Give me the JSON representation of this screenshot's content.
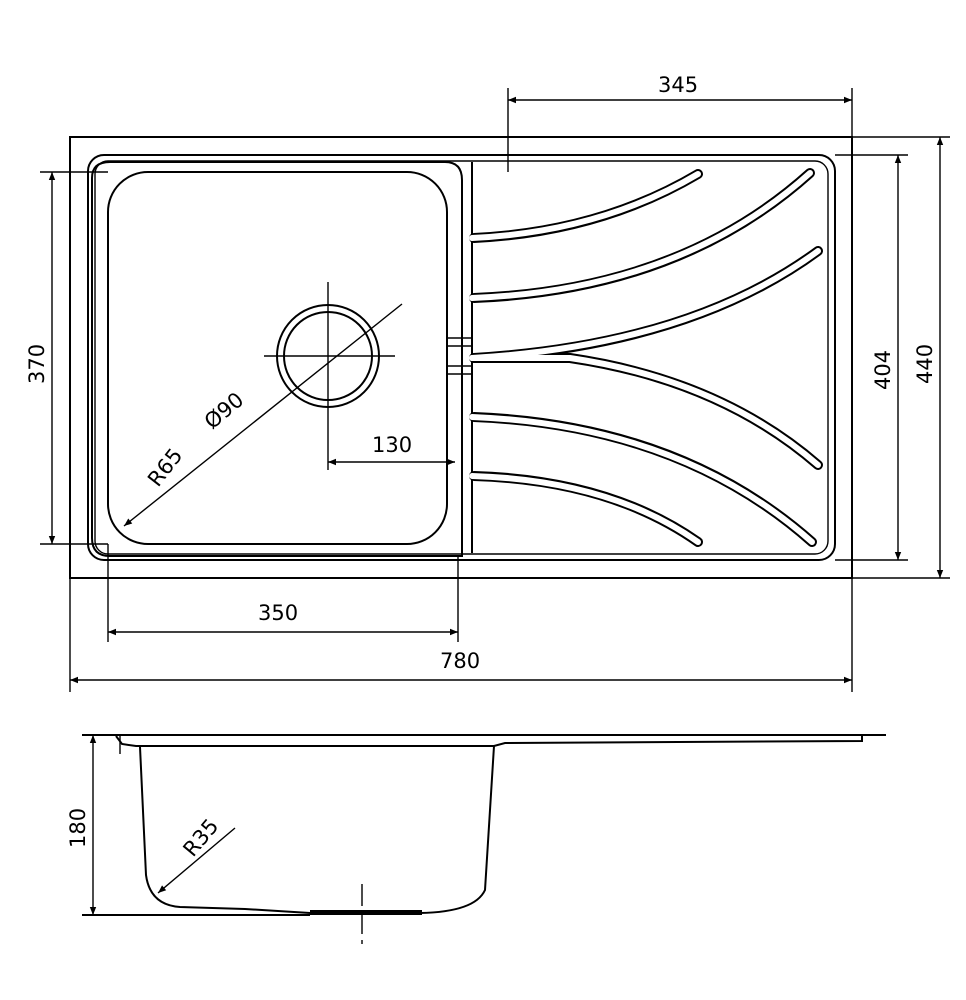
{
  "dimensions": {
    "drainboard_width": "345",
    "bowl_depth_inner": "370",
    "inner_depth": "404",
    "overall_depth": "440",
    "bowl_corner_radius": "R65",
    "drain_diameter": "Ø90",
    "drain_offset": "130",
    "bowl_width": "350",
    "overall_width": "780",
    "bowl_height": "180",
    "bottom_radius": "R35"
  },
  "colors": {
    "line": "#000000",
    "background": "#ffffff"
  }
}
